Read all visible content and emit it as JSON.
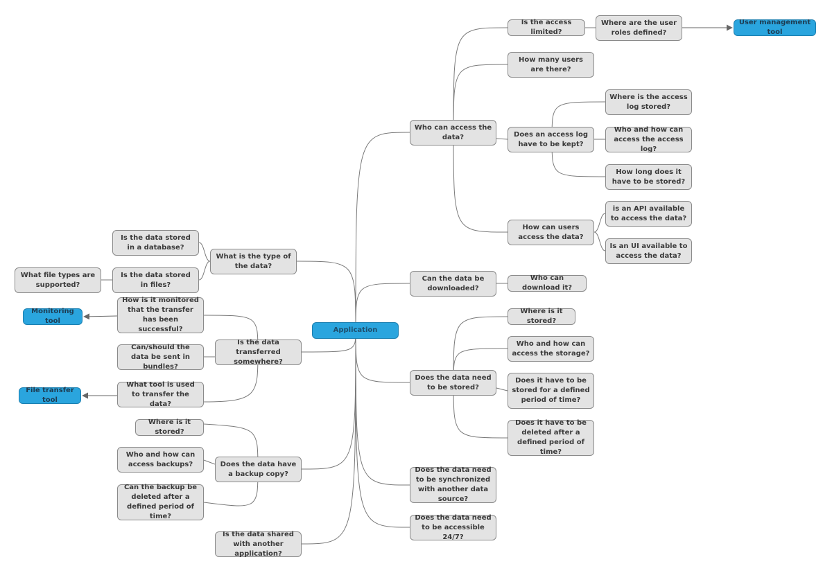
{
  "root": "Application",
  "nodes": {
    "who_access": "Who can access the data?",
    "access_limited": "Is the access limited?",
    "roles_defined": "Where are the user roles defined?",
    "user_mgmt_tool": "User management tool",
    "how_many_users": "How many users are there?",
    "access_log": "Does an access log have to be kept?",
    "log_stored": "Where is the access log stored?",
    "who_access_log": "Who and how can access the access log?",
    "log_duration": "How long does it have to be stored?",
    "users_access": "How can users access the data?",
    "api_available": "is an API available to access the data?",
    "ui_available": "Is an UI available to access the data?",
    "downloaded": "Can the data be downloaded?",
    "who_download": "Who can download it?",
    "need_stored": "Does the data need to be stored?",
    "where_stored_r": "Where is it stored?",
    "access_storage": "Who and how can access the storage?",
    "stored_period": "Does it have to be stored for a defined period of time?",
    "deleted_period": "Does it have to be deleted after a defined period of time?",
    "synchronized": "Does the data need to be synchronized with another data source?",
    "accessible_247": "Does the data need to be accessible 24/7?",
    "type_data": "What is the type of the data?",
    "in_database": "Is the data stored in a database?",
    "in_files": "Is the data stored in files?",
    "file_types": "What file types are supported?",
    "transferred": "Is the data transferred somewhere?",
    "monitored": "How is it monitored that the transfer has been successful?",
    "monitoring_tool": "Monitoring tool",
    "bundles": "Can/should the data be sent in bundles?",
    "transfer_tool_q": "What tool is used to transfer the data?",
    "file_transfer_tool": "File transfer tool",
    "backup_copy": "Does the data have a backup copy?",
    "where_stored_l": "Where is it stored?",
    "access_backups": "Who and how can access backups?",
    "backup_deleted": "Can the backup be deleted after a defined period of time?",
    "shared": "Is the data shared with another application?"
  },
  "colors": {
    "node_fill": "#e3e3e3",
    "node_border": "#8a8a8a",
    "accent_fill": "#2aa5de",
    "edge": "#7a7a7a"
  }
}
